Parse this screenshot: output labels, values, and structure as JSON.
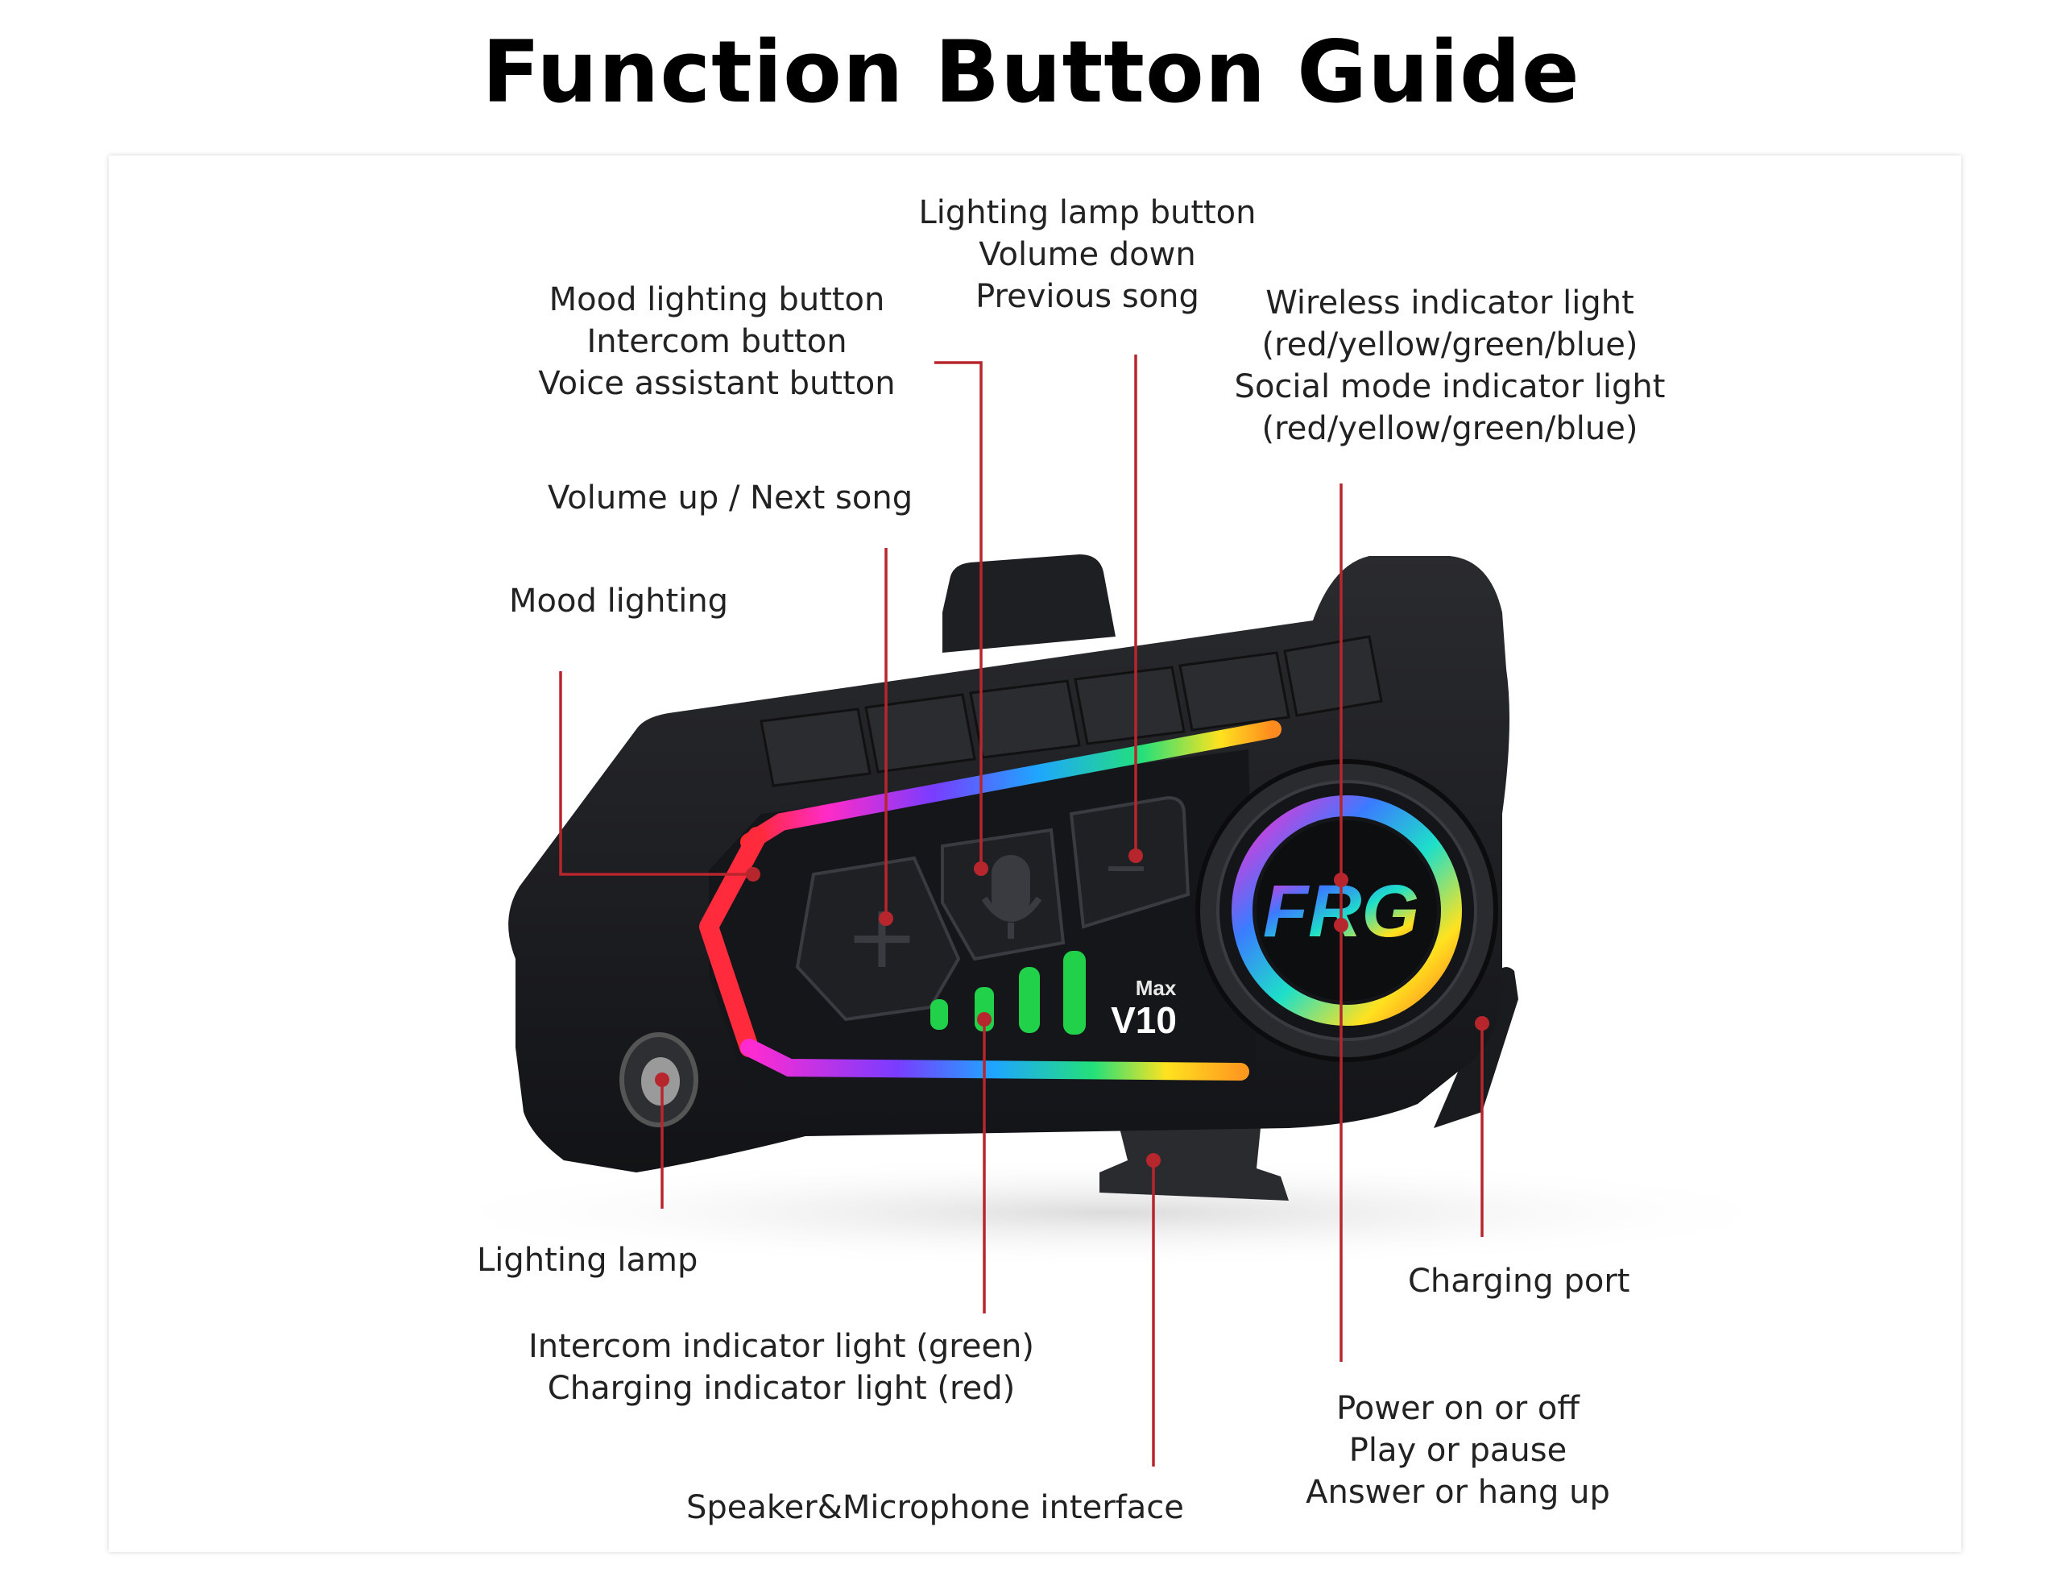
{
  "title": "Function Button Guide",
  "device": {
    "brand_logo": "FRG",
    "model_small": "Max",
    "model_main": "V10",
    "button_glyphs": {
      "plus": "+",
      "minus": "−"
    }
  },
  "labels": {
    "lighting_lamp_button": [
      "Lighting lamp button",
      "Volume down",
      "Previous song"
    ],
    "mood_lighting_button": [
      "Mood lighting button",
      "Intercom button",
      "Voice assistant button"
    ],
    "wireless_indicator": [
      "Wireless indicator light",
      "(red/yellow/green/blue)",
      "Social mode indicator light",
      "(red/yellow/green/blue)"
    ],
    "volume_up": [
      "Volume up / Next song"
    ],
    "mood_lighting": [
      "Mood lighting"
    ],
    "lighting_lamp": [
      "Lighting lamp"
    ],
    "charging_port": [
      "Charging port"
    ],
    "intercom_indicator": [
      "Intercom indicator light (green)",
      "Charging indicator light (red)"
    ],
    "power": [
      "Power on or off",
      "Play or pause",
      "Answer or hang up"
    ],
    "speaker_interface": [
      "Speaker&Microphone interface"
    ]
  },
  "colors": {
    "leader_line": "#b8262d",
    "body": "#1c1d20",
    "body_dark": "#0e0f11",
    "indicator_green": "#22d14a"
  }
}
